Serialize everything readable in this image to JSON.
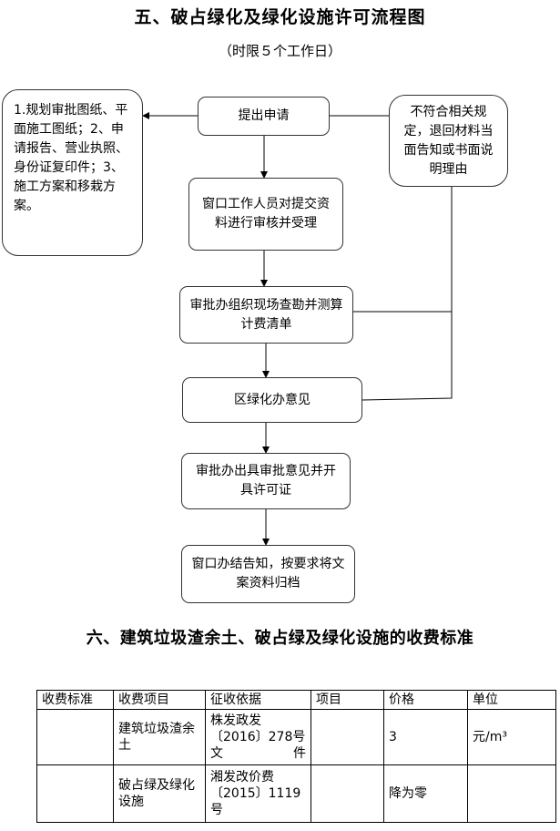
{
  "section5": {
    "title": "五、破占绿化及绿化设施许可流程图",
    "subtitle": "（时限５个工作日）"
  },
  "flow": {
    "apply": "提出申请",
    "materials": "1.规划审批图纸、平面施工图纸；2、申请报告、营业执照、身份证复印件；3、施工方案和移栽方案。",
    "window_review": "窗口工作人员对提交资料进行审核并受理",
    "reject": "不符合相关规定，退回材料当面告知或书面说明理由",
    "survey": "审批办组织现场查勘并测算计费清单",
    "district_opinion": "区绿化办意见",
    "permit": "审批办出具审批意见并开具许可证",
    "archive": "窗口办结告知，按要求将文案资料归档"
  },
  "section6": {
    "title": "六、建筑垃圾渣余土、破占绿及绿化设施的收费标准"
  },
  "fee_table": {
    "headers": [
      "收费标准",
      "收费项目",
      "征收依据",
      "项目",
      "价格",
      "单位"
    ],
    "rows": [
      {
        "standard": "",
        "item": "建筑垃圾渣余土",
        "basis": "株发政发〔2016〕278号文件",
        "project": "",
        "price": "3",
        "unit": "元/m³"
      },
      {
        "standard": "",
        "item": "破占绿及绿化设施",
        "basis": "湘发改价费〔2015〕1119号",
        "project": "",
        "price": "降为零",
        "unit": ""
      }
    ]
  }
}
